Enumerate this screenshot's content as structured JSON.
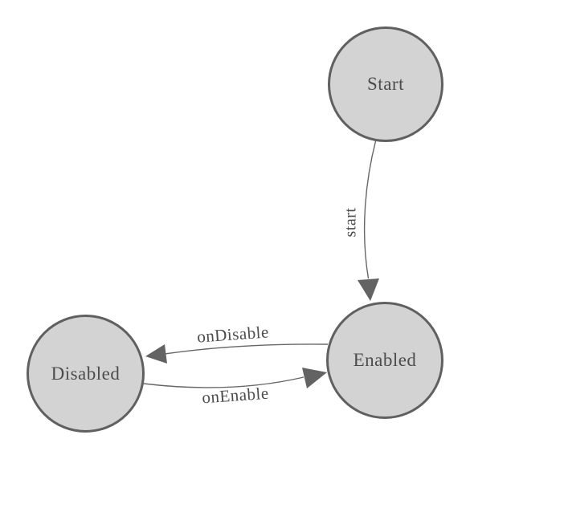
{
  "diagram": {
    "type": "state-machine",
    "background_color": "#ffffff",
    "node_fill_color": "#d3d3d3",
    "node_border_color": "#606060",
    "edge_line_color": "#666666",
    "arrowhead_color": "#636363",
    "text_color": "#4c4c4c",
    "nodes": [
      {
        "id": "start",
        "label": "Start"
      },
      {
        "id": "enabled",
        "label": "Enabled"
      },
      {
        "id": "disabled",
        "label": "Disabled"
      }
    ],
    "edges": [
      {
        "id": "start-to-enabled",
        "from": "Start",
        "to": "Enabled",
        "label": "start"
      },
      {
        "id": "enabled-to-disabled",
        "from": "Enabled",
        "to": "Disabled",
        "label": "onDisable"
      },
      {
        "id": "disabled-to-enabled",
        "from": "Disabled",
        "to": "Enabled",
        "label": "onEnable"
      }
    ]
  }
}
